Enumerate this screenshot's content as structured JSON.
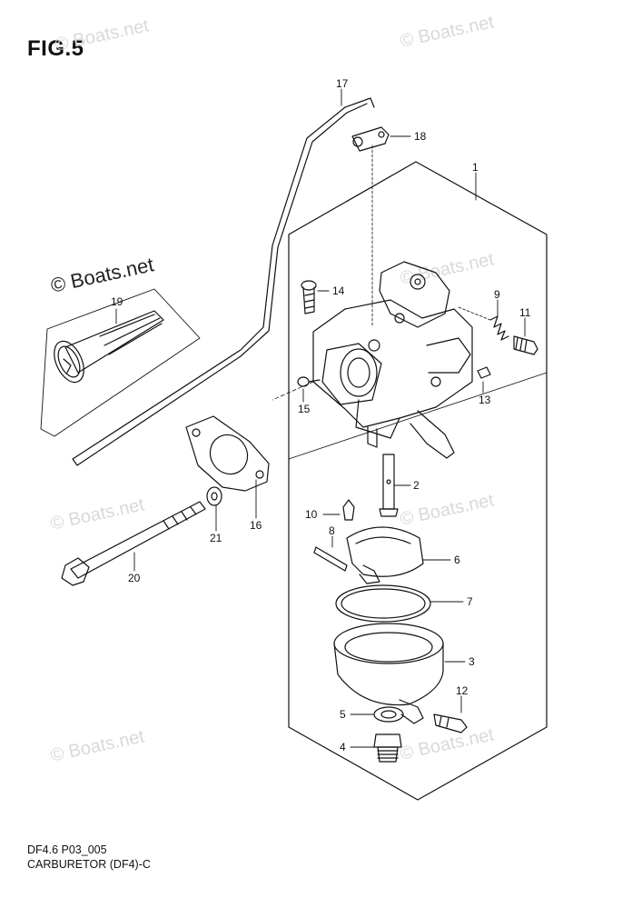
{
  "figure": {
    "title": "FIG.5",
    "code": "DF4.6 P03_005",
    "caption": "CARBURETOR (DF4)-C"
  },
  "watermarks": {
    "main": "© Boats.net",
    "faint": "© Boats.net"
  },
  "callouts": [
    {
      "id": "1",
      "label": "1"
    },
    {
      "id": "2",
      "label": "2"
    },
    {
      "id": "3",
      "label": "3"
    },
    {
      "id": "4",
      "label": "4"
    },
    {
      "id": "5",
      "label": "5"
    },
    {
      "id": "6",
      "label": "6"
    },
    {
      "id": "7",
      "label": "7"
    },
    {
      "id": "8",
      "label": "8"
    },
    {
      "id": "9",
      "label": "9"
    },
    {
      "id": "10",
      "label": "10"
    },
    {
      "id": "11",
      "label": "11"
    },
    {
      "id": "12",
      "label": "12"
    },
    {
      "id": "13",
      "label": "13"
    },
    {
      "id": "14",
      "label": "14"
    },
    {
      "id": "15",
      "label": "15"
    },
    {
      "id": "16",
      "label": "16"
    },
    {
      "id": "17",
      "label": "17"
    },
    {
      "id": "18",
      "label": "18"
    },
    {
      "id": "19",
      "label": "19"
    },
    {
      "id": "20",
      "label": "20"
    },
    {
      "id": "21",
      "label": "21"
    }
  ]
}
